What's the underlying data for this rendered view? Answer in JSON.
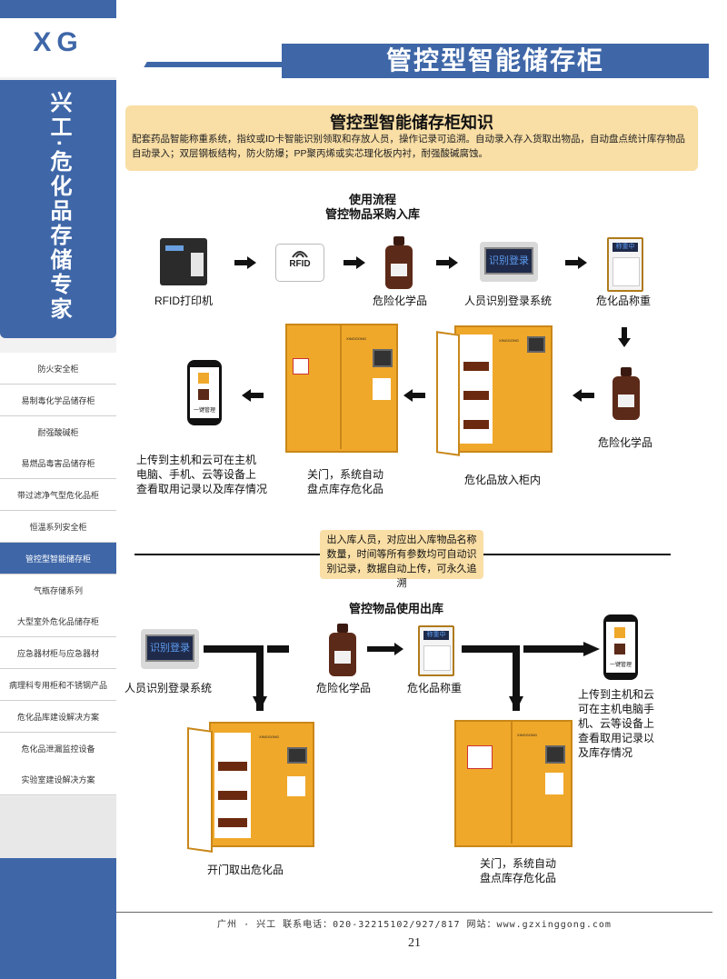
{
  "brand": {
    "logo": "XG",
    "vertical_title": "兴工·危化品存储专家"
  },
  "sidebar": {
    "items": [
      {
        "label": "防火安全柜",
        "active": false
      },
      {
        "label": "易制毒化学品储存柜",
        "active": false
      },
      {
        "label": "耐强酸碱柜",
        "active": false
      },
      {
        "label": "易燃品毒害品储存柜",
        "active": false
      },
      {
        "label": "带过滤净气型危化品柜",
        "active": false
      },
      {
        "label": "恒温系列安全柜",
        "active": false
      },
      {
        "label": "管控型智能储存柜",
        "active": true
      },
      {
        "label": "气瓶存储系列",
        "active": false
      },
      {
        "label": "大型室外危化品储存柜",
        "active": false
      },
      {
        "label": "应急器材柜与应急器材",
        "active": false
      },
      {
        "label": "病理科专用柜和不锈钢产品",
        "active": false
      },
      {
        "label": "危化品库建设解决方案",
        "active": false
      },
      {
        "label": "危化品泄漏监控设备",
        "active": false
      },
      {
        "label": "实验室建设解决方案",
        "active": false
      }
    ]
  },
  "header": {
    "title": "管控型智能储存柜"
  },
  "knowledge": {
    "title": "管控型智能储存柜知识",
    "text": "配套药品智能称重系统，指纹或ID卡智能识别领取和存放人员，操作记录可追溯。自动录入存入货取出物品，自动盘点统计库存物品自动录入；双层钢板结构，防火防爆；PP聚丙烯或实芯理化板内衬，耐强酸碱腐蚀。"
  },
  "flow_in": {
    "title_line1": "使用流程",
    "title_line2": "管控物品采购入库",
    "rfid_card_text": "RFID",
    "screen_text": "识别登录",
    "scale_text": "称重中",
    "phone_text": "一键管理",
    "cabinet_brand": "XINGGONG",
    "steps": {
      "printer": "RFID打印机",
      "chemical_1": "危险化学品",
      "login": "人员识别登录系统",
      "weigh": "危化品称重",
      "chemical_2": "危险化学品",
      "put_in": "危化品放入柜内",
      "close": "关门，系统自动\n盘点库存危化品",
      "upload": "上传到主机和云可在主机\n电脑、手机、云等设备上\n查看取用记录以及库存情况"
    }
  },
  "note": {
    "text": "出入库人员，对应出入库物品名称\n数量，时间等所有参数均可自动识\n别记录，数据自动上传，可永久追溯"
  },
  "flow_out": {
    "title": "管控物品使用出库",
    "steps": {
      "login": "人员识别登录系统",
      "chemical": "危险化学品",
      "weigh": "危化品称重",
      "upload": "上传到主机和云\n可在主机电脑手\n机、云等设备上\n查看取用记录以\n及库存情况",
      "open": "开门取出危化品",
      "close": "关门，系统自动\n盘点库存危化品"
    }
  },
  "footer": {
    "contact": "广州 · 兴工 联系电话：020-32215102/927/817 网站：www.gzxinggong.com",
    "page": "21"
  },
  "colors": {
    "brand_blue": "#3f67a8",
    "cabinet_orange": "#f0a82a",
    "note_beige": "#f9dea5"
  }
}
